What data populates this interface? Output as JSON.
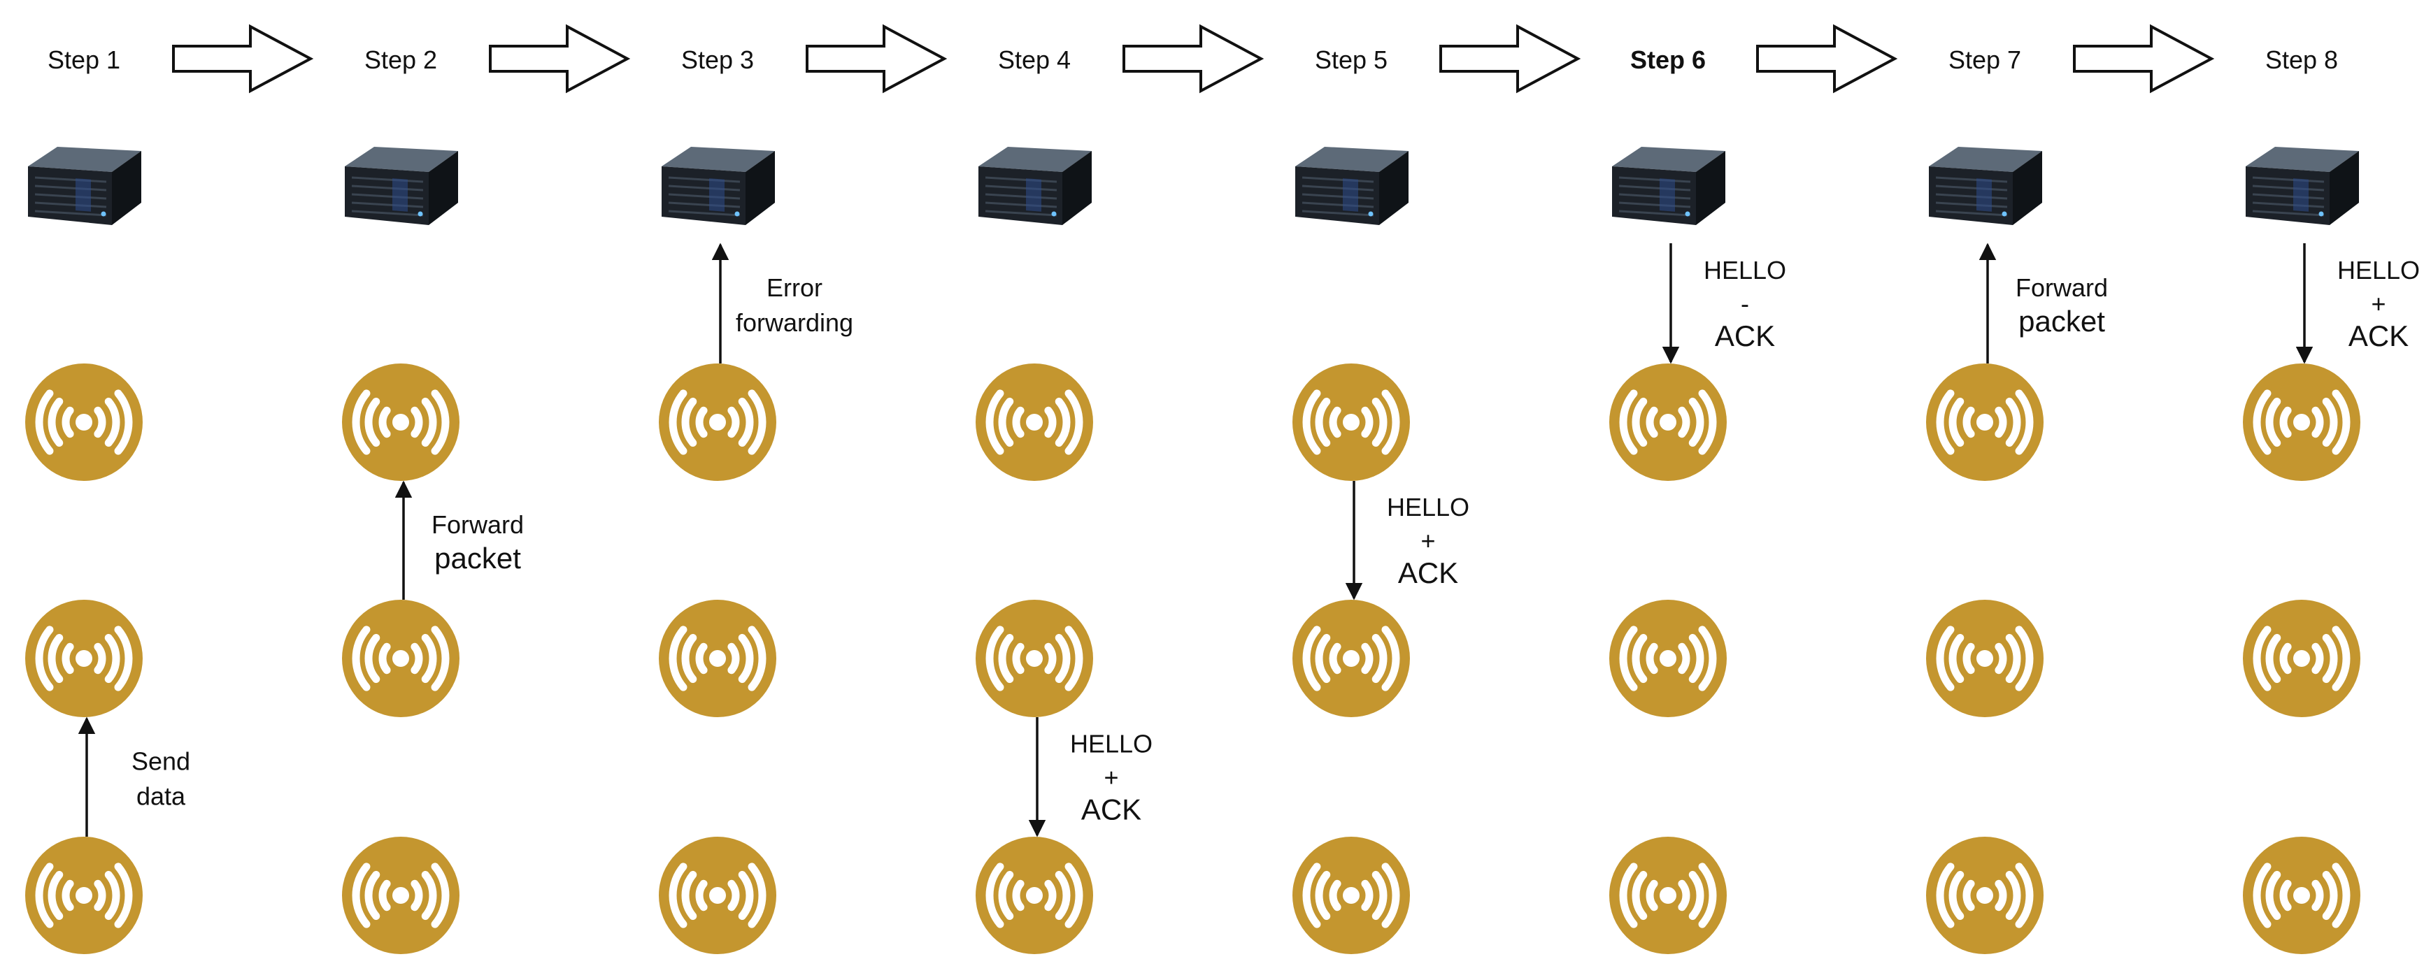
{
  "colors": {
    "node": "#c4962f",
    "node_signal": "#ffffff",
    "arrow": "#111111",
    "step_arrow_fill": "#ffffff",
    "step_arrow_stroke": "#111111",
    "server_body": "#1c2128",
    "server_top": "#5d6a78",
    "server_accent": "#2e4d8a"
  },
  "icons": {
    "server": "server-icon",
    "node": "wireless-node-icon",
    "step_arrow": "hollow-right-arrow-icon"
  },
  "steps": [
    {
      "label": "Step 1",
      "bold": false,
      "arrow": {
        "from": 3,
        "to": 2
      },
      "annotation": [
        "Send",
        "data"
      ]
    },
    {
      "label": "Step 2",
      "bold": false,
      "arrow": {
        "from": 2,
        "to": 1
      },
      "annotation": [
        "Forward",
        "packet"
      ]
    },
    {
      "label": "Step 3",
      "bold": false,
      "arrow": {
        "from": 1,
        "to": 0
      },
      "annotation": [
        "Error",
        "forwarding"
      ]
    },
    {
      "label": "Step 4",
      "bold": false,
      "arrow": {
        "from": 2,
        "to": 3
      },
      "annotation": [
        "HELLO",
        "+",
        "ACK"
      ]
    },
    {
      "label": "Step 5",
      "bold": false,
      "arrow": {
        "from": 1,
        "to": 2
      },
      "annotation": [
        "HELLO",
        "+",
        "ACK"
      ]
    },
    {
      "label": "Step 6",
      "bold": true,
      "arrow": {
        "from": 0,
        "to": 1
      },
      "annotation": [
        "HELLO",
        "-",
        "ACK"
      ]
    },
    {
      "label": "Step 7",
      "bold": false,
      "arrow": {
        "from": 1,
        "to": 0
      },
      "annotation": [
        "Forward",
        "packet"
      ]
    },
    {
      "label": "Step 8",
      "bold": false,
      "arrow": {
        "from": 0,
        "to": 1
      },
      "annotation": [
        "HELLO",
        "+",
        "ACK"
      ]
    }
  ]
}
